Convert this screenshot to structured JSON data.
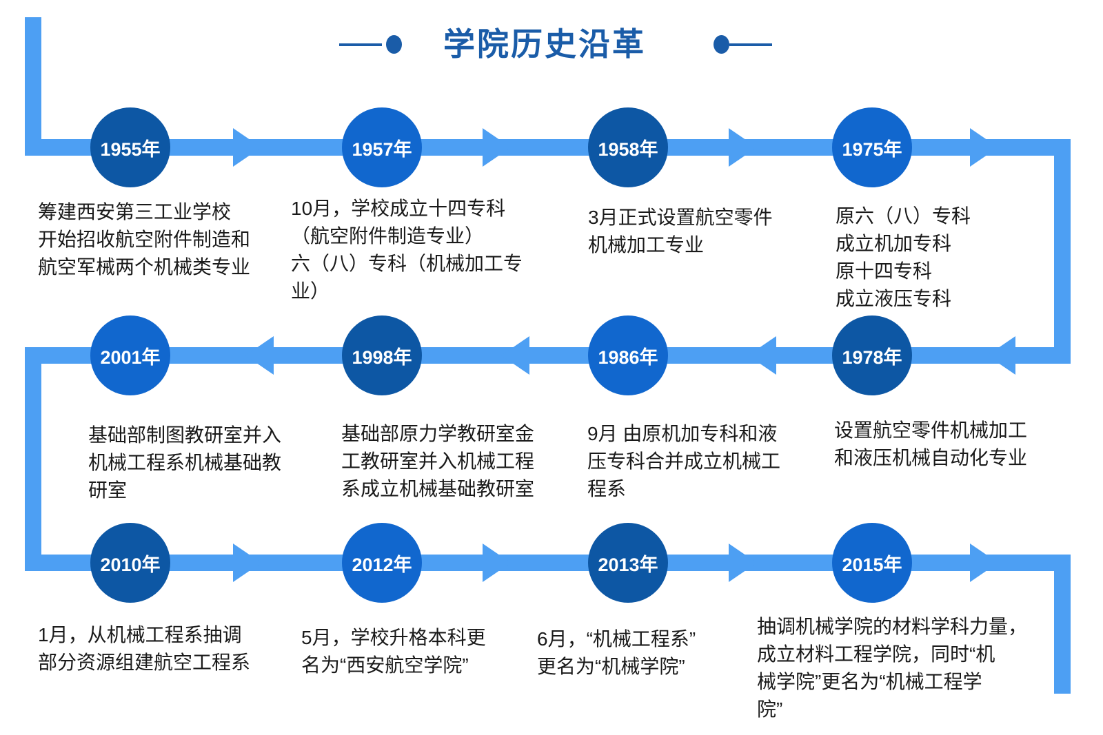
{
  "title": {
    "text": "学院历史沿革"
  },
  "colors": {
    "band": "#4d9ff3",
    "circle_dark": "#0d57a4",
    "circle_bright": "#1167ce",
    "title": "#1a5ca8",
    "text": "#1a1a1a"
  },
  "events": [
    {
      "year": "1955年",
      "tone": "dark",
      "lines": [
        "筹建西安第三工业学校",
        "开始招收航空附件制造和",
        "航空军械两个机械类专业"
      ]
    },
    {
      "year": "1957年",
      "tone": "bright",
      "lines": [
        "10月，学校成立十四专科",
        "（航空附件制造专业）",
        "六（八）专科（机械加工专",
        "业）"
      ]
    },
    {
      "year": "1958年",
      "tone": "dark",
      "lines": [
        "3月正式设置航空零件",
        "机械加工专业"
      ]
    },
    {
      "year": "1975年",
      "tone": "bright",
      "lines": [
        "原六（八）专科",
        "成立机加专科",
        "原十四专科",
        "成立液压专科"
      ]
    },
    {
      "year": "1978年",
      "tone": "dark",
      "lines": [
        "设置航空零件机械加工",
        "和液压机械自动化专业"
      ]
    },
    {
      "year": "1986年",
      "tone": "bright",
      "lines": [
        "9月 由原机加专科和液",
        "压专科合并成立机械工",
        "程系"
      ]
    },
    {
      "year": "1998年",
      "tone": "dark",
      "lines": [
        "基础部原力学教研室金",
        "工教研室并入机械工程",
        "系成立机械基础教研室"
      ]
    },
    {
      "year": "2001年",
      "tone": "bright",
      "lines": [
        "基础部制图教研室并入",
        "机械工程系机械基础教",
        "研室"
      ]
    },
    {
      "year": "2010年",
      "tone": "dark",
      "lines": [
        "1月，从机械工程系抽调",
        "部分资源组建航空工程系"
      ]
    },
    {
      "year": "2012年",
      "tone": "bright",
      "lines": [
        "5月，学校升格本科更",
        "名为“西安航空学院”"
      ]
    },
    {
      "year": "2013年",
      "tone": "dark",
      "lines": [
        "6月，“机械工程系”",
        "更名为“机械学院”"
      ]
    },
    {
      "year": "2015年",
      "tone": "bright",
      "lines": [
        "抽调机械学院的材料学科力量，",
        "成立材料工程学院，同时“机",
        "械学院”更名为“机械工程学",
        "院”"
      ]
    }
  ]
}
